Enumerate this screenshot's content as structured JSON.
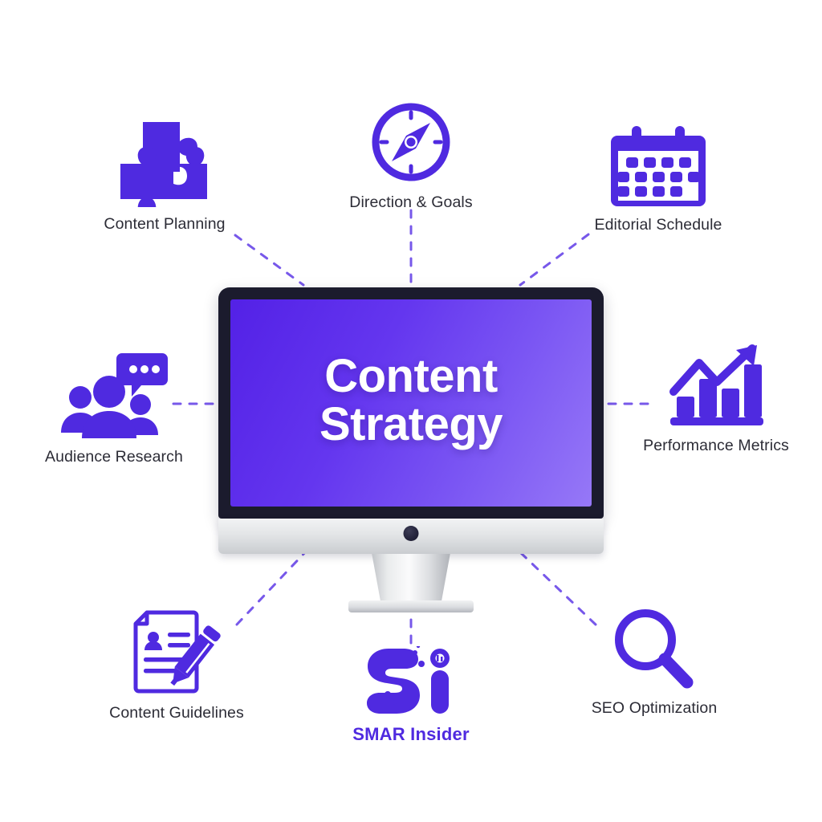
{
  "theme": {
    "icon_purple": "#4f2ae0",
    "label_color": "#2c2c36",
    "screen_gradient_from": "#5321e6",
    "screen_gradient_to": "#9678f7",
    "bezel_color": "#1b1b2d",
    "connector_color": "#6b4ae8",
    "background": "#ffffff"
  },
  "center": {
    "title_line1": "Content",
    "title_line2": "Strategy",
    "device": "imac-monitor"
  },
  "nodes": [
    {
      "id": "content-planning",
      "label": "Content Planning",
      "icon": "puzzle-pieces-icon"
    },
    {
      "id": "direction-goals",
      "label": "Direction & Goals",
      "icon": "compass-icon"
    },
    {
      "id": "editorial",
      "label": "Editorial Schedule",
      "icon": "calendar-icon"
    },
    {
      "id": "audience",
      "label": "Audience Research",
      "icon": "people-speech-bubble-icon"
    },
    {
      "id": "performance",
      "label": "Performance Metrics",
      "icon": "bar-chart-arrow-up-icon"
    },
    {
      "id": "guidelines",
      "label": "Content Guidelines",
      "icon": "document-pen-icon"
    },
    {
      "id": "seo",
      "label": "SEO Optimization",
      "icon": "magnifying-glass-icon"
    }
  ],
  "brand": {
    "monogram": "Si",
    "name": "SMAR Insider"
  }
}
